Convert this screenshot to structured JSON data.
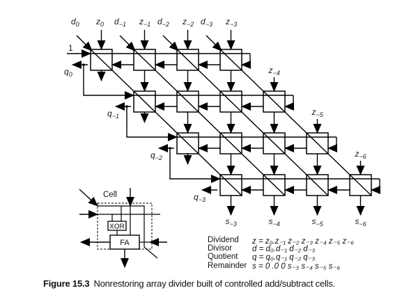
{
  "figure": {
    "number_label": "Figure 15.3",
    "caption": "Nonrestoring array divider built of controlled add/subtract cells."
  },
  "array": {
    "rows": 4,
    "cells_per_row": 4,
    "top_inputs": [
      {
        "sym": "d",
        "sub": "0"
      },
      {
        "sym": "z",
        "sub": "0"
      },
      {
        "sym": "d",
        "sub": "−1"
      },
      {
        "sym": "z",
        "sub": "−1"
      },
      {
        "sym": "d",
        "sub": "−2"
      },
      {
        "sym": "z",
        "sub": "−2"
      },
      {
        "sym": "d",
        "sub": "−3"
      },
      {
        "sym": "z",
        "sub": "−3"
      }
    ],
    "initial_control": "1",
    "side_z_inputs": [
      {
        "sym": "z",
        "sub": "−4"
      },
      {
        "sym": "z",
        "sub": "−5"
      },
      {
        "sym": "z",
        "sub": "−6"
      }
    ],
    "quotient_outputs": [
      {
        "sym": "q",
        "sub": "0"
      },
      {
        "sym": "q",
        "sub": "−1"
      },
      {
        "sym": "q",
        "sub": "−2"
      },
      {
        "sym": "q",
        "sub": "−3"
      }
    ],
    "remainder_outputs": [
      {
        "sym": "s",
        "sub": "−3"
      },
      {
        "sym": "s",
        "sub": "−4"
      },
      {
        "sym": "s",
        "sub": "−5"
      },
      {
        "sym": "s",
        "sub": "−6"
      }
    ]
  },
  "cell_detail": {
    "title": "Cell",
    "xor_label": "XOR",
    "fa_label": "FA"
  },
  "legend": [
    {
      "name": "Dividend",
      "formula": "z = z₀.z₋₁ z₋₂ z₋₃ z₋₄ z₋₅ z₋₆"
    },
    {
      "name": "Divisor",
      "formula": "d = d₀.d₋₁ d₋₂ d₋₃"
    },
    {
      "name": "Quotient",
      "formula": "q = q₀.q₋₁ q₋₂ q₋₃"
    },
    {
      "name": "Remainder",
      "formula": "s = 0 .0  0  s₋₃ s₋₄ s₋₅ s₋₆"
    }
  ]
}
